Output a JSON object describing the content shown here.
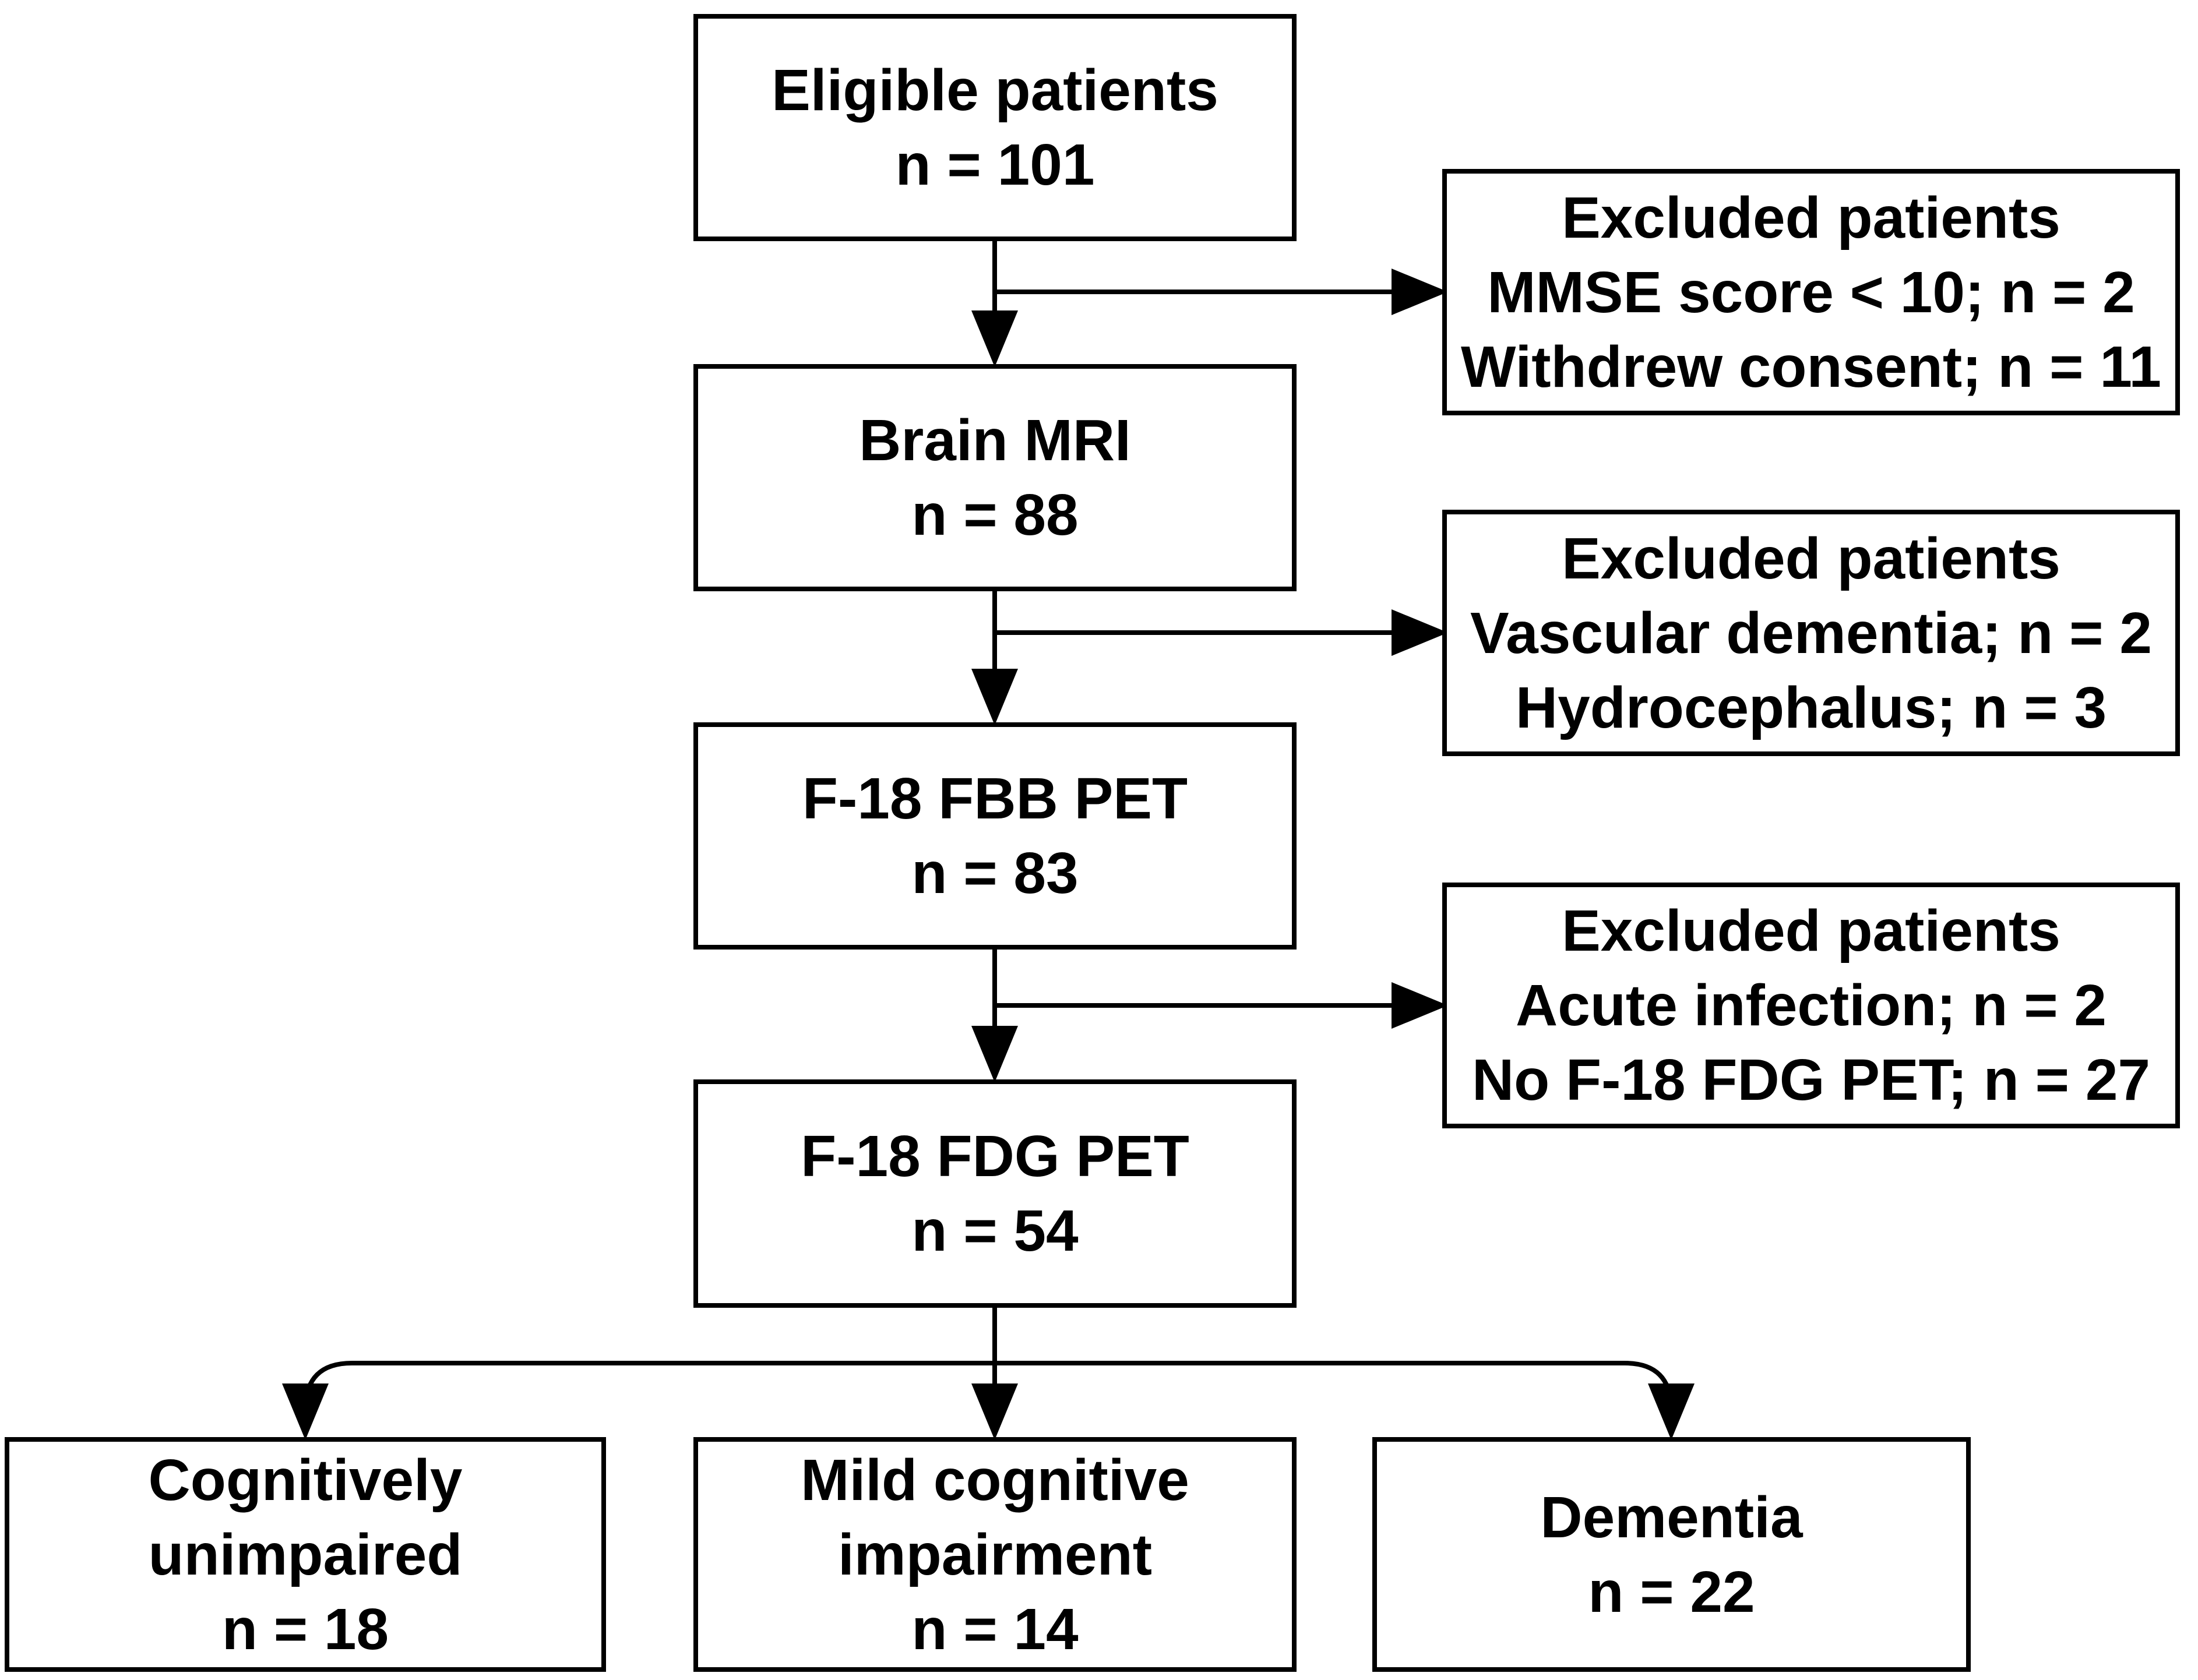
{
  "flowchart": {
    "main_boxes": [
      {
        "id": "eligible-patients",
        "lines": [
          "Eligible patients",
          "n = 101"
        ]
      },
      {
        "id": "brain-mri",
        "lines": [
          "Brain MRI",
          "n = 88"
        ]
      },
      {
        "id": "f18-fbb-pet",
        "lines": [
          "F-18 FBB PET",
          "n = 83"
        ]
      },
      {
        "id": "f18-fdg-pet",
        "lines": [
          "F-18 FDG PET",
          "n = 54"
        ]
      }
    ],
    "excluded_boxes": [
      {
        "id": "excluded-after-eligible",
        "lines": [
          "Excluded patients",
          "MMSE score < 10; n = 2",
          "Withdrew consent; n = 11"
        ]
      },
      {
        "id": "excluded-after-mri",
        "lines": [
          "Excluded patients",
          "Vascular dementia; n = 2",
          "Hydrocephalus; n = 3"
        ]
      },
      {
        "id": "excluded-after-fbb",
        "lines": [
          "Excluded patients",
          "Acute infection; n = 2",
          "No F-18 FDG PET; n = 27"
        ]
      }
    ],
    "outcome_boxes": [
      {
        "id": "cognitively-unimpaired",
        "lines": [
          "Cognitively",
          "unimpaired",
          "n = 18"
        ]
      },
      {
        "id": "mild-cognitive-impairment",
        "lines": [
          "Mild cognitive",
          "impairment",
          "n = 14"
        ]
      },
      {
        "id": "dementia",
        "lines": [
          "Dementia",
          "n = 22"
        ]
      }
    ],
    "colors": {
      "line": "#000000",
      "box_border": "#000000",
      "box_fill": "#ffffff",
      "background": "#ffffff",
      "text": "#000000"
    }
  }
}
